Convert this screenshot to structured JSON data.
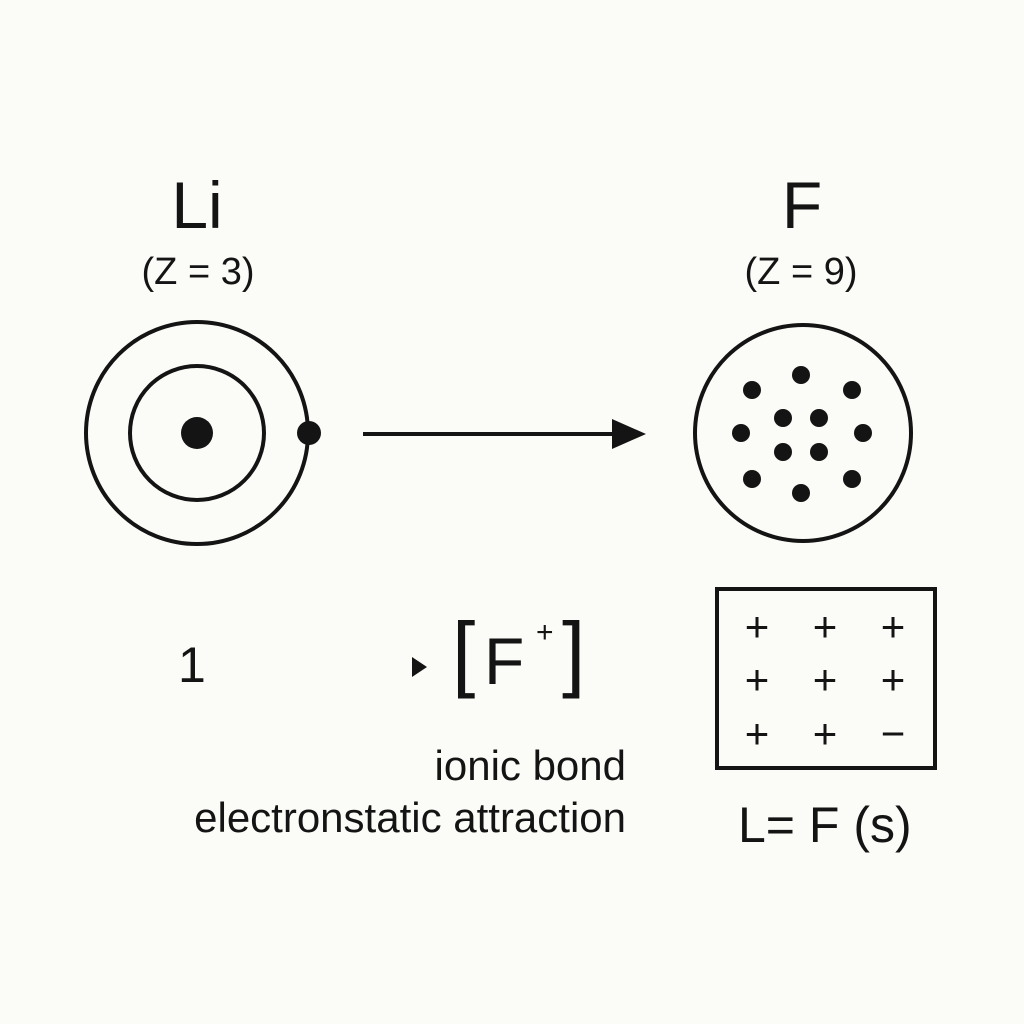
{
  "lithium": {
    "symbol": "Li",
    "atomic_number": "(Z = 3)"
  },
  "fluorine": {
    "symbol": "F",
    "atomic_number": "(Z = 9)"
  },
  "step_label": "1",
  "ion": {
    "bracket_left": "[",
    "symbol": "F",
    "charge": "+",
    "bracket_right": "]"
  },
  "descriptions": {
    "bond_type": "ionic bond",
    "force": "electronstatic attraction"
  },
  "lattice": {
    "signs": [
      [
        "+",
        "+",
        "+"
      ],
      [
        "+",
        "+",
        "+"
      ],
      [
        "+",
        "+",
        "−"
      ]
    ],
    "formula": "L= F (s)"
  },
  "colors": {
    "ink": "#141414",
    "background": "#fbfbf7"
  }
}
